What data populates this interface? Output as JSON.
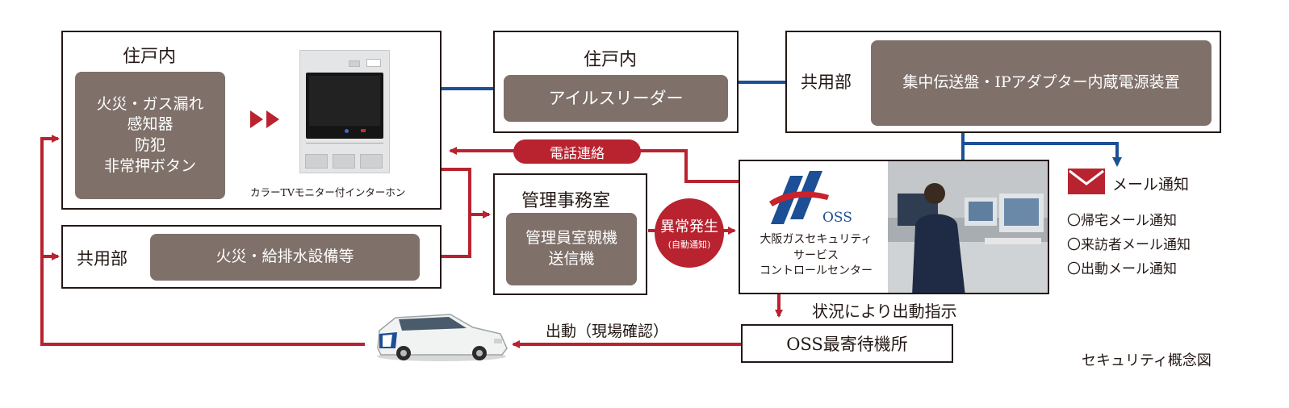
{
  "colors": {
    "brown": "#7f716a",
    "red": "#b8232f",
    "blue": "#1d4f96",
    "text": "#231815"
  },
  "dwelling_left": {
    "title": "住戸内",
    "sensors": "火災・ガス漏れ\n感知器\n防犯\n非常押ボタン",
    "intercom_caption": "カラーTVモニター付インターホン"
  },
  "common_left": {
    "title": "共用部",
    "equipment": "火災・給排水設備等"
  },
  "dwelling_center": {
    "title": "住戸内",
    "device": "アイルスリーダー"
  },
  "common_right": {
    "title": "共用部",
    "device": "集中伝送盤・IPアダプター内蔵電源装置"
  },
  "management": {
    "title": "管理事務室",
    "device": "管理員室親機\n送信機"
  },
  "badges": {
    "phone": "電話連絡",
    "alarm": "異常発生",
    "alarm_sub": "(自動通知)"
  },
  "control_center": {
    "logo_text": "OSS",
    "name": "大阪ガスセキュリティ\nサービス\nコントロールセンター",
    "photo_icon": "operator-photo"
  },
  "dispatch": {
    "instruction": "状況により出動指示",
    "standby": "OSS最寄待機所",
    "action": "出動（現場確認）",
    "vehicle_icon": "patrol-car"
  },
  "mail": {
    "title": "メール通知",
    "items": [
      "〇帰宅メール通知",
      "〇来訪者メール通知",
      "〇出動メール通知"
    ],
    "icon": "envelope"
  },
  "caption": "セキュリティ概念図"
}
